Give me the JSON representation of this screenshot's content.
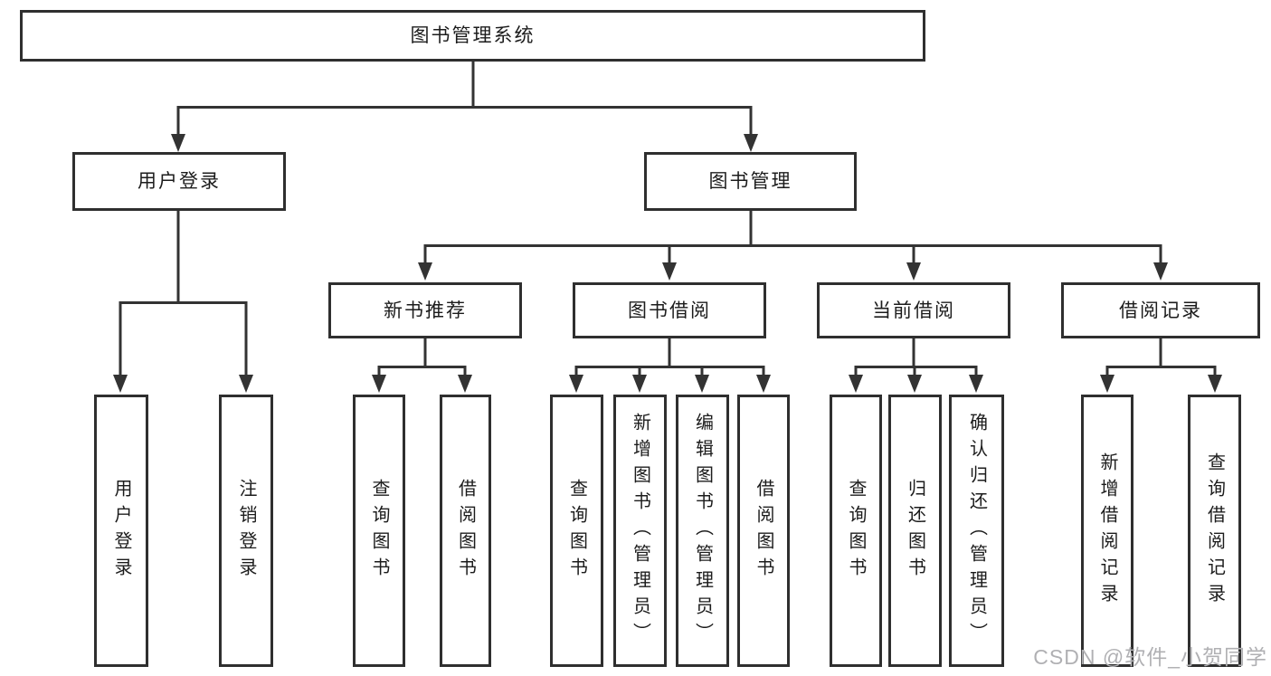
{
  "diagram": {
    "root": {
      "label": "图书管理系统"
    },
    "level2": {
      "user_login": {
        "label": "用户登录"
      },
      "book_mgmt": {
        "label": "图书管理"
      }
    },
    "level3": {
      "new_book_rec": {
        "label": "新书推荐"
      },
      "book_borrow": {
        "label": "图书借阅"
      },
      "current_borrow": {
        "label": "当前借阅"
      },
      "borrow_records": {
        "label": "借阅记录"
      }
    },
    "leaves": {
      "user_login": [
        "用户登录",
        "注销登录"
      ],
      "new_book_rec": [
        "查询图书",
        "借阅图书"
      ],
      "book_borrow": [
        "查询图书",
        "新增图书（管理员）",
        "编辑图书（管理员）",
        "借阅图书"
      ],
      "current_borrow": [
        "查询图书",
        "归还图书",
        "确认归还（管理员）"
      ],
      "borrow_records": [
        "新增借阅记录",
        "查询借阅记录"
      ]
    }
  },
  "watermark": "CSDN @软件_小贺同学",
  "colors": {
    "line": "#333333",
    "box_border": "#2f2f2f",
    "text": "#1c1c1c",
    "watermark": "#b0b0b3",
    "background": "#ffffff"
  }
}
